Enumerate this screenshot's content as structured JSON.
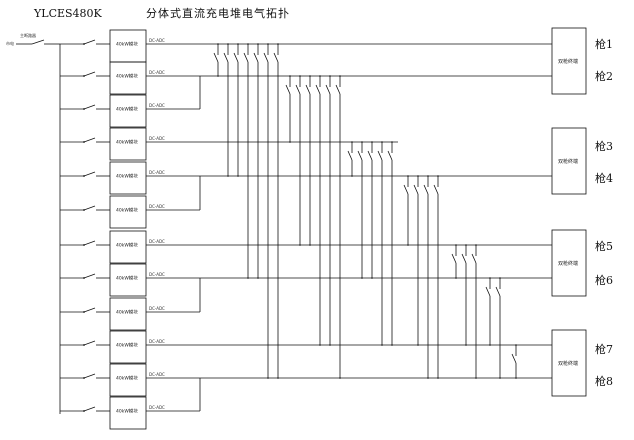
{
  "header": {
    "model": "YLCES480K",
    "title": "分体式直流充电堆电气拓扑"
  },
  "source": {
    "input_label": "市电",
    "breaker_label": "主断路器"
  },
  "modules": [
    {
      "label": "40kW模块",
      "dc_label": "DC-ADC"
    },
    {
      "label": "40kW模块",
      "dc_label": "DC-ADC"
    },
    {
      "label": "40kW模块",
      "dc_label": "DC-ADC"
    },
    {
      "label": "40kW模块",
      "dc_label": "DC-ADC"
    },
    {
      "label": "40kW模块",
      "dc_label": "DC-ADC"
    },
    {
      "label": "40kW模块",
      "dc_label": "DC-ADC"
    },
    {
      "label": "40kW模块",
      "dc_label": "DC-ADC"
    },
    {
      "label": "40kW模块",
      "dc_label": "DC-ADC"
    },
    {
      "label": "40kW模块",
      "dc_label": "DC-ADC"
    },
    {
      "label": "40kW模块",
      "dc_label": "DC-ADC"
    },
    {
      "label": "40kW模块",
      "dc_label": "DC-ADC"
    },
    {
      "label": "40kW模块",
      "dc_label": "DC-ADC"
    }
  ],
  "terminals": [
    {
      "label": "双枪终端",
      "guns": [
        "枪1",
        "枪2"
      ]
    },
    {
      "label": "双枪终端",
      "guns": [
        "枪3",
        "枪4"
      ]
    },
    {
      "label": "双枪终端",
      "guns": [
        "枪5",
        "枪6"
      ]
    },
    {
      "label": "双枪终端",
      "guns": [
        "枪7",
        "枪8"
      ]
    }
  ]
}
